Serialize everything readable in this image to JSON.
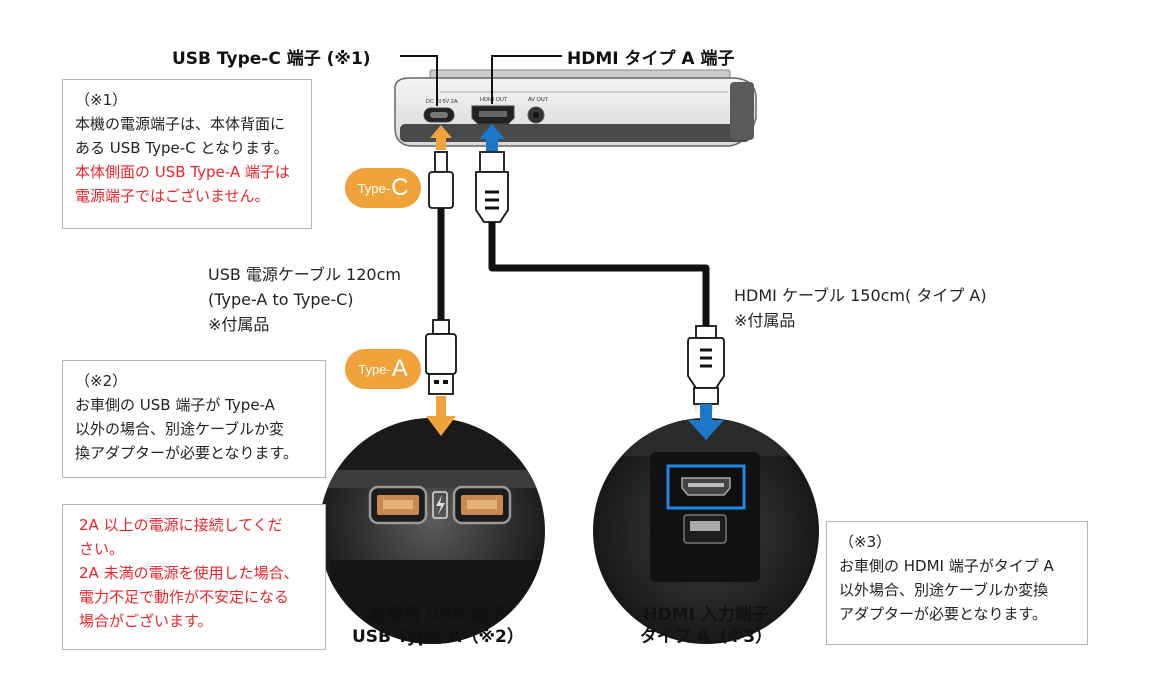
{
  "top_labels": {
    "usb_c_port": "USB Type-C 端子 (※1)",
    "hdmi_port": "HDMI タイプ A 端子"
  },
  "device_panel": {
    "dc_in": "DC IN 5V 2A",
    "hdmi_out": "HDMI OUT",
    "av_out": "AV OUT"
  },
  "note1": {
    "lines": [
      "（※1）",
      "本機の電源端子は、本体背面に",
      "ある USB Type-C となります。"
    ],
    "red_lines": [
      "本体側面の USB Type-A 端子は",
      "電源端子ではございません。"
    ]
  },
  "note2": {
    "lines": [
      "（※2）",
      "お車側の USB 端子が Type-A",
      "以外の場合、別途ケーブルか変",
      "換アダプターが必要となります。"
    ]
  },
  "note_warning": {
    "red_lines": [
      "2A 以上の電源に接続してくだ",
      "さい。",
      "2A 未満の電源を使用した場合、",
      "電力不足で動作が不安定になる",
      "場合がございます。"
    ]
  },
  "note3": {
    "lines": [
      "（※3）",
      "お車側の HDMI 端子がタイプ A",
      "以外場合、別途ケーブルか変換",
      "アダプターが必要となります。"
    ]
  },
  "usb_cable_label": {
    "lines": [
      "USB 電源ケーブル 120cm",
      "(Type-A to Type-C)",
      "※付属品"
    ]
  },
  "hdmi_cable_label": {
    "lines": [
      "HDMI ケーブル 150cm( タイプ A)",
      "※付属品"
    ]
  },
  "badges": {
    "type_c": {
      "prefix": "Type-",
      "letter": "C"
    },
    "type_a": {
      "prefix": "Type-",
      "letter": "A"
    }
  },
  "bottom_titles": {
    "usb": [
      "給電用 USB 端子",
      "USB Type-A（※2）"
    ],
    "hdmi": [
      "HDMI 入力端子",
      "タイプ A（※3）"
    ]
  },
  "colors": {
    "orange": "#f0a33a",
    "blue": "#1b78c8",
    "red_text": "#e8262b",
    "highlight": "#1e88e5"
  },
  "icons": [
    "orange-up-arrow-icon",
    "blue-up-arrow-icon",
    "orange-down-arrow-icon",
    "blue-down-arrow-icon",
    "lightning-icon"
  ]
}
